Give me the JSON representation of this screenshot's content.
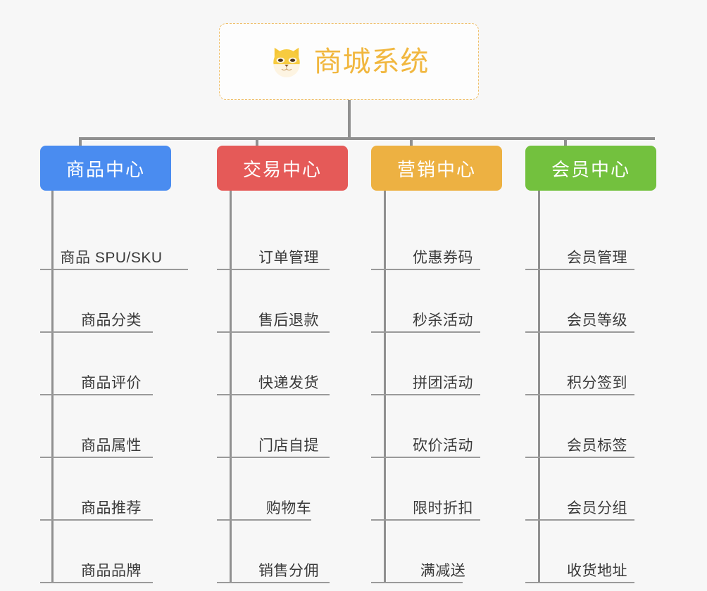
{
  "page": {
    "background_color": "#f7f7f7",
    "diagram_type": "organization-tree"
  },
  "root": {
    "title": "商城系统",
    "icon": "shiba-dog-face-icon",
    "text_color": "#f1b73f",
    "border_color": "#efbf6a",
    "background_color": "#fdfdfd"
  },
  "connector": {
    "color": "#909090"
  },
  "categories": [
    {
      "label": "商品中心",
      "color": "#4a8cf0",
      "items": [
        {
          "label": "商品 SPU/SKU"
        },
        {
          "label": "商品分类"
        },
        {
          "label": "商品评价"
        },
        {
          "label": "商品属性"
        },
        {
          "label": "商品推荐"
        },
        {
          "label": "商品品牌"
        }
      ]
    },
    {
      "label": "交易中心",
      "color": "#e55a58",
      "items": [
        {
          "label": "订单管理"
        },
        {
          "label": "售后退款"
        },
        {
          "label": "快递发货"
        },
        {
          "label": "门店自提"
        },
        {
          "label": "购物车"
        },
        {
          "label": "销售分佣"
        }
      ]
    },
    {
      "label": "营销中心",
      "color": "#edb142",
      "items": [
        {
          "label": "优惠券码"
        },
        {
          "label": "秒杀活动"
        },
        {
          "label": "拼团活动"
        },
        {
          "label": "砍价活动"
        },
        {
          "label": "限时折扣"
        },
        {
          "label": "满减送"
        }
      ]
    },
    {
      "label": "会员中心",
      "color": "#73c13e",
      "items": [
        {
          "label": "会员管理"
        },
        {
          "label": "会员等级"
        },
        {
          "label": "积分签到"
        },
        {
          "label": "会员标签"
        },
        {
          "label": "会员分组"
        },
        {
          "label": "收货地址"
        }
      ]
    }
  ]
}
